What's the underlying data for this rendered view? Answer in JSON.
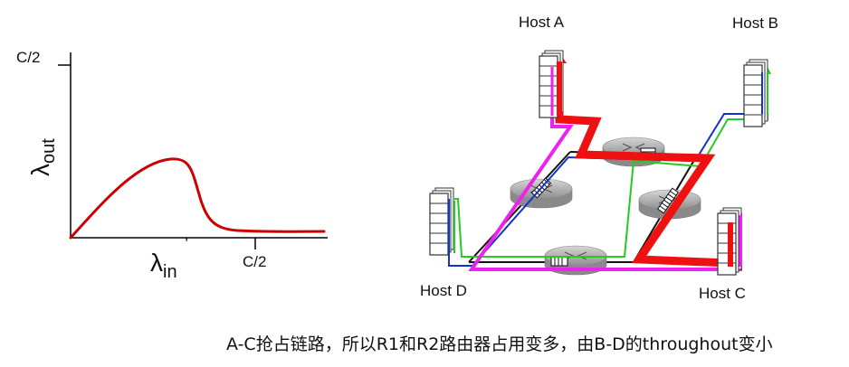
{
  "graph": {
    "y_tick_label": "C/2",
    "x_tick_label": "C/2",
    "y_axis_symbol": "λ",
    "y_axis_subscript": "out",
    "x_axis_symbol": "λ",
    "x_axis_subscript": "in",
    "x_axis_mark": "’",
    "curve_color": "#cc0000"
  },
  "network": {
    "hosts": {
      "a": "Host A",
      "b": "Host B",
      "c": "Host C",
      "d": "Host D"
    },
    "flow_colors": {
      "a_c": "#ee1111",
      "magenta": "#ee22ee",
      "blue": "#1133cc",
      "green": "#22cc22"
    }
  },
  "caption": "A-C抢占链路，所以R1和R2路由器占用变多，由B-D的throughout变小"
}
